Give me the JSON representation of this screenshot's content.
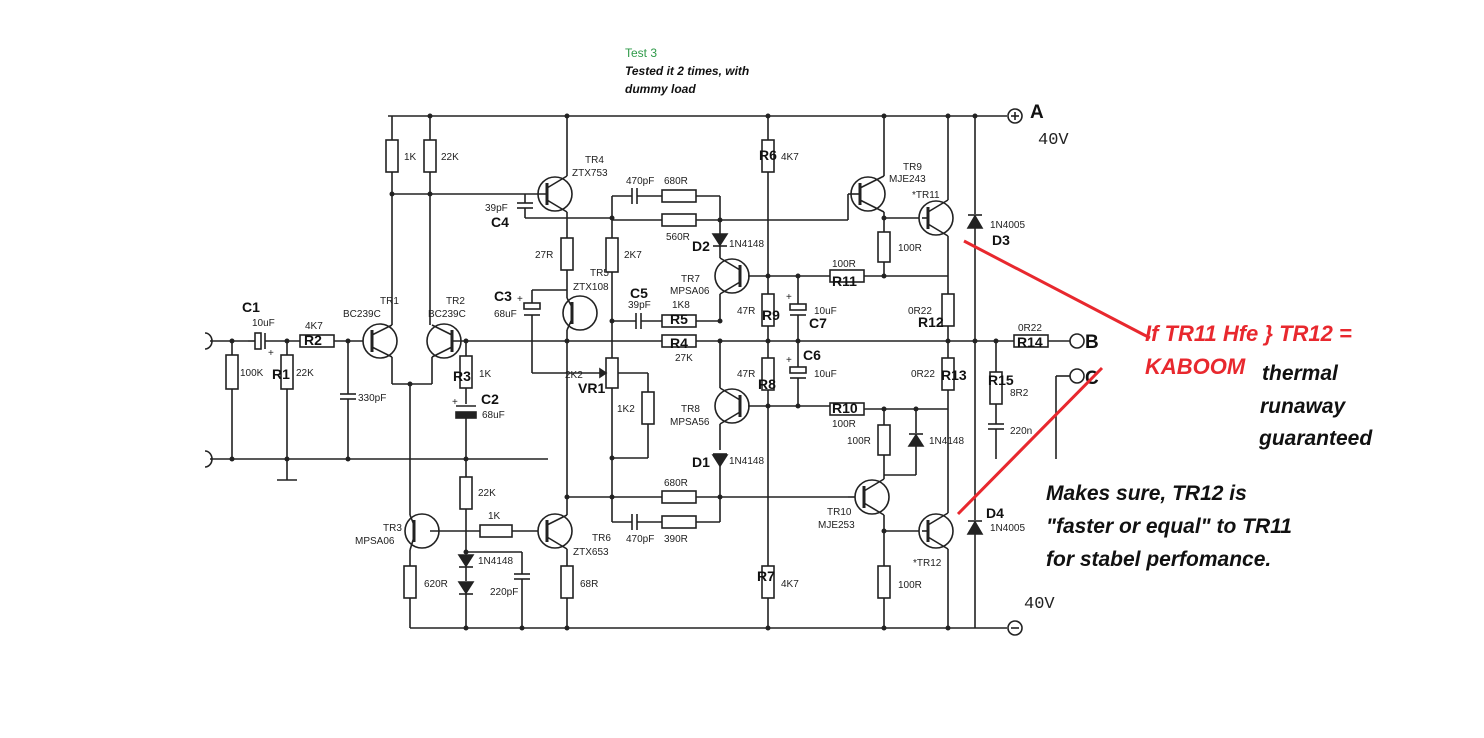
{
  "notes": {
    "test": "Test 3",
    "tested_line1": "Tested it 2 times, with",
    "tested_line2": "dummy load"
  },
  "terminals": {
    "a": "A",
    "b": "B",
    "c": "C",
    "plus_supply": "40V",
    "minus_supply": "40V"
  },
  "transistors": {
    "tr1": {
      "ref": "TR1",
      "part": "BC239C"
    },
    "tr2": {
      "ref": "TR2",
      "part": "BC239C"
    },
    "tr3": {
      "ref": "TR3",
      "part": "MPSA06"
    },
    "tr4": {
      "ref": "TR4",
      "part": "ZTX753"
    },
    "tr5": {
      "ref": "TR5",
      "part": "ZTX108"
    },
    "tr6": {
      "ref": "TR6",
      "part": "ZTX653"
    },
    "tr7": {
      "ref": "TR7",
      "part": "MPSA06"
    },
    "tr8": {
      "ref": "TR8",
      "part": "MPSA56"
    },
    "tr9": {
      "ref": "TR9",
      "part": "MJE243"
    },
    "tr10": {
      "ref": "TR10",
      "part": "MJE253"
    },
    "tr11": {
      "ref": "*TR11"
    },
    "tr12": {
      "ref": "*TR12"
    }
  },
  "resistors": {
    "r1k_top": "1K",
    "r22k_top": "22K",
    "r100k": "100K",
    "r1": {
      "ref": "R1",
      "value": "22K"
    },
    "r2": {
      "ref": "R2",
      "value": "4K7"
    },
    "r3": {
      "ref": "R3",
      "value": "1K"
    },
    "r4": {
      "ref": "R4",
      "value": "27K"
    },
    "r5": {
      "ref": "R5",
      "value": "1K8"
    },
    "r6": {
      "ref": "R6",
      "value": "4K7"
    },
    "r7": {
      "ref": "R7",
      "value": "4K7"
    },
    "r8": {
      "ref": "R8",
      "value": "47R"
    },
    "r9": {
      "ref": "R9",
      "value": "47R"
    },
    "r10": {
      "ref": "R10",
      "value": "100R"
    },
    "r11": {
      "ref": "R11",
      "value": "100R"
    },
    "r12": {
      "ref": "R12",
      "value": "0R22"
    },
    "r13": {
      "ref": "R13",
      "value": "0R22"
    },
    "r14": {
      "ref": "R14",
      "value": "0R22"
    },
    "r15": {
      "ref": "R15",
      "value": "8R2"
    },
    "r27": "27R",
    "r2k7": "2K7",
    "r680a": "680R",
    "r560": "560R",
    "r680b": "680R",
    "r390": "390R",
    "r1k2": "1K2",
    "r22k_low": "22K",
    "r1k_low": "1K",
    "r620": "620R",
    "r68": "68R",
    "r100_tr9": "100R",
    "r100_tr10": "100R",
    "r100_tr12": "100R"
  },
  "capacitors": {
    "c1": {
      "ref": "C1",
      "value": "10uF"
    },
    "c2": {
      "ref": "C2",
      "value": "68uF"
    },
    "c3": {
      "ref": "C3",
      "value": "68uF"
    },
    "c4": {
      "ref": "C4",
      "value": "39pF"
    },
    "c5": {
      "ref": "C5",
      "value": "39pF"
    },
    "c6": {
      "ref": "C6",
      "value": "10uF"
    },
    "c7": {
      "ref": "C7",
      "value": "10uF"
    },
    "c330": "330pF",
    "c220p": "220pF",
    "c470a": "470pF",
    "c470b": "470pF",
    "c220n": "220n"
  },
  "diodes": {
    "d1": {
      "ref": "D1",
      "part": "1N4148"
    },
    "d2": {
      "ref": "D2",
      "part": "1N4148"
    },
    "d3": {
      "ref": "D3",
      "part": "1N4005"
    },
    "d4": {
      "ref": "D4",
      "part": "1N4005"
    },
    "d_low": "1N4148",
    "d_bias": "1N4148"
  },
  "trimmer": {
    "ref": "VR1",
    "value": "2K2"
  },
  "annotations": {
    "warning_line1": "If TR11 Hfe } TR12 =",
    "warning_line2": "KABOOM",
    "thermal_1": "thermal",
    "thermal_2": "runaway",
    "thermal_3": "guaranteed",
    "makes_1": "Makes sure, TR12 is",
    "makes_2": "\"faster or equal\" to TR11",
    "makes_3": "for stabel perfomance."
  },
  "colors": {
    "wire": "#222222",
    "warning": "#e8282e",
    "note": "#2e9a48"
  }
}
